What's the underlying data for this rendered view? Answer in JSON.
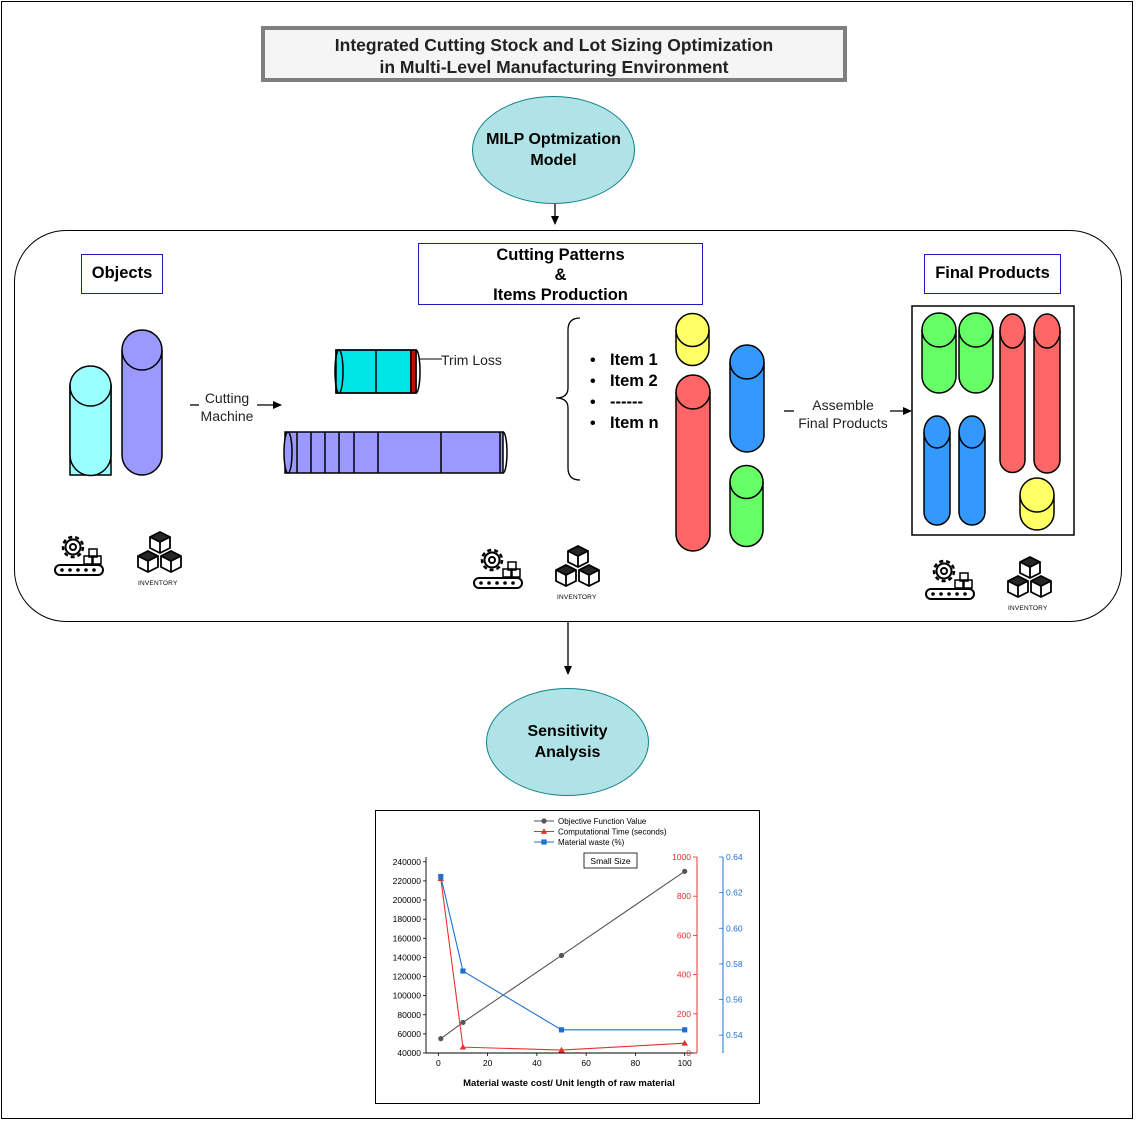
{
  "title_line1": "Integrated Cutting Stock and Lot Sizing Optimization",
  "title_line2": "in Multi-Level Manufacturing Environment",
  "milp_line1": "MILP Optmization",
  "milp_line2": "Model",
  "objects_label": "Objects",
  "patterns_line1": "Cutting Patterns",
  "patterns_line2": "&",
  "patterns_line3": "Items Production",
  "final_products_label": "Final Products",
  "cutting_machine_line1": "Cutting",
  "cutting_machine_line2": "Machine",
  "trim_loss": "Trim Loss",
  "items": [
    "Item 1",
    "Item 2",
    "------",
    "Item n"
  ],
  "assemble_line1": "Assemble",
  "assemble_line2": "Final Products",
  "inventory_label": "INVENTORY",
  "sensitivity_line1": "Sensitivity",
  "sensitivity_line2": "Analysis",
  "colors": {
    "cyan": "#99ffff",
    "purple": "#9999ff",
    "teal": "#00e5e5",
    "red": "#ff6666",
    "blue": "#3399ff",
    "green": "#66ff66",
    "yellow": "#ffff66",
    "ellipse": "#b0e3e6"
  },
  "chart_data": {
    "type": "line",
    "subtitle": "Small Size",
    "xlabel": "Material waste cost/ Unit length of raw material",
    "x_ticks": [
      "0",
      "20",
      "40",
      "60",
      "80",
      "100"
    ],
    "xlim": [
      -5,
      105
    ],
    "legend_position": "top",
    "series": [
      {
        "name": "Objective Function Value",
        "axis": "left",
        "color": "#555555",
        "marker": "circle",
        "x": [
          1,
          10,
          50,
          100
        ],
        "y": [
          55000,
          72000,
          142000,
          230000
        ]
      },
      {
        "name": "Computational Time (seconds)",
        "axis": "right1",
        "color": "#e83030",
        "marker": "triangle",
        "x": [
          1,
          10,
          50,
          100
        ],
        "y": [
          890,
          30,
          15,
          50
        ]
      },
      {
        "name": "Material waste (%)",
        "axis": "right2",
        "color": "#1f6fd0",
        "marker": "square",
        "x": [
          1,
          10,
          50,
          100
        ],
        "y": [
          0.629,
          0.576,
          0.543,
          0.543
        ]
      }
    ],
    "left_axis": {
      "ylim": [
        40000,
        245000
      ],
      "ticks": [
        "40000",
        "60000",
        "80000",
        "100000",
        "120000",
        "140000",
        "160000",
        "180000",
        "200000",
        "220000",
        "240000"
      ]
    },
    "right_axis_1": {
      "ylim": [
        0,
        1000
      ],
      "ticks": [
        "0",
        "200",
        "400",
        "600",
        "800",
        "1000"
      ]
    },
    "right_axis_2": {
      "ylim": [
        0.53,
        0.64
      ],
      "ticks": [
        "0.54",
        "0.56",
        "0.58",
        "0.60",
        "0.62",
        "0.64"
      ]
    }
  }
}
